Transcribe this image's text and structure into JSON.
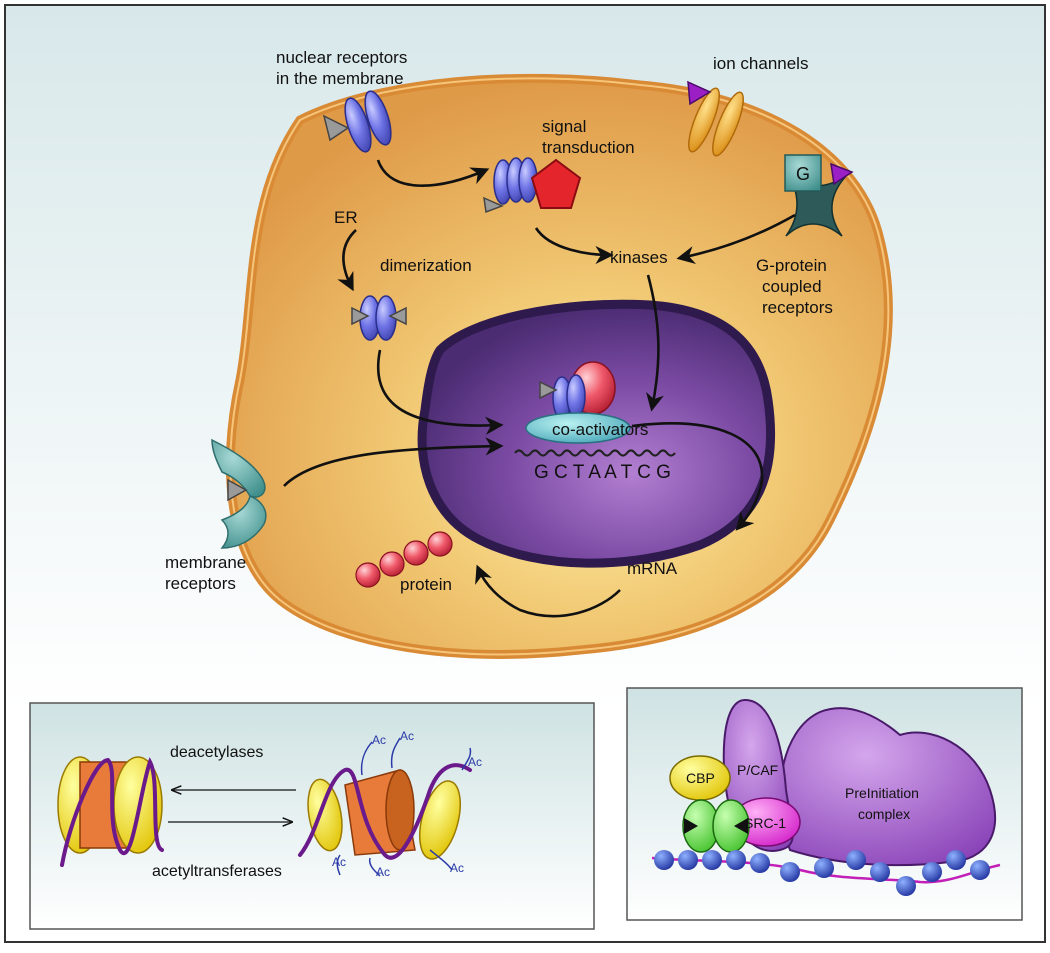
{
  "main": {
    "labels": {
      "nuclear_receptors_l1": "nuclear receptors",
      "nuclear_receptors_l2": "in the membrane",
      "ion_channels": "ion channels",
      "signal_l1": "signal",
      "signal_l2": "transduction",
      "g_letter": "G",
      "er": "ER",
      "dimerization": "dimerization",
      "kinases": "kinases",
      "gpcr_l1": "G-protein",
      "gpcr_l2": "coupled",
      "gpcr_l3": "receptors",
      "co_activators": "co-activators",
      "dna_sequence": "G C T A A T C G",
      "membrane_l1": "membrane",
      "membrane_l2": "receptors",
      "protein": "protein",
      "mrna": "mRNA"
    }
  },
  "inset_left": {
    "deacetylases": "deacetylases",
    "acetyltransferases": "acetyltransferases",
    "ac": "Ac"
  },
  "inset_right": {
    "cbp": "CBP",
    "pcaf": "P/CAF",
    "src1": "SRC-1",
    "preinit_l1": "PreInitiation",
    "preinit_l2": "complex"
  },
  "colors": {
    "cytoplasm": "#e9a95a",
    "membrane": "#e0913c",
    "nucleus": "#6b3f91",
    "receptor": "#6b6fe0",
    "arrow": "#111111"
  }
}
